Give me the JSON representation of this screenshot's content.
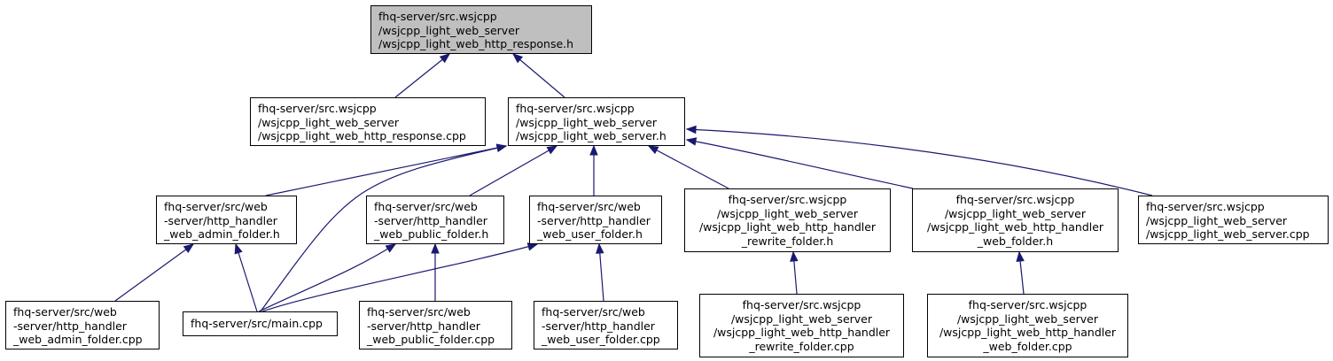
{
  "nodes": [
    {
      "id": "response_h",
      "root": true,
      "lines": [
        "fhq-server/src.wsjcpp",
        "/wsjcpp_light_web_server",
        "/wsjcpp_light_web_http_response.h"
      ]
    },
    {
      "id": "response_cpp",
      "lines": [
        "fhq-server/src.wsjcpp",
        "/wsjcpp_light_web_server",
        "/wsjcpp_light_web_http_response.cpp"
      ]
    },
    {
      "id": "server_h",
      "lines": [
        "fhq-server/src.wsjcpp",
        "/wsjcpp_light_web_server",
        "/wsjcpp_light_web_server.h"
      ]
    },
    {
      "id": "admin_h",
      "lines": [
        "fhq-server/src/web",
        "-server/http_handler",
        "_web_admin_folder.h"
      ]
    },
    {
      "id": "public_h",
      "lines": [
        "fhq-server/src/web",
        "-server/http_handler",
        "_web_public_folder.h"
      ]
    },
    {
      "id": "user_h",
      "lines": [
        "fhq-server/src/web",
        "-server/http_handler",
        "_web_user_folder.h"
      ]
    },
    {
      "id": "rewrite_h",
      "center": true,
      "lines": [
        "fhq-server/src.wsjcpp",
        "/wsjcpp_light_web_server",
        "/wsjcpp_light_web_http_handler",
        "_rewrite_folder.h"
      ]
    },
    {
      "id": "webfolder_h",
      "center": true,
      "lines": [
        "fhq-server/src.wsjcpp",
        "/wsjcpp_light_web_server",
        "/wsjcpp_light_web_http_handler",
        "_web_folder.h"
      ]
    },
    {
      "id": "server_cpp",
      "lines": [
        "fhq-server/src.wsjcpp",
        "/wsjcpp_light_web_server",
        "/wsjcpp_light_web_server.cpp"
      ]
    },
    {
      "id": "admin_cpp",
      "lines": [
        "fhq-server/src/web",
        "-server/http_handler",
        "_web_admin_folder.cpp"
      ]
    },
    {
      "id": "main_cpp",
      "lines": [
        "fhq-server/src/main.cpp"
      ]
    },
    {
      "id": "public_cpp",
      "lines": [
        "fhq-server/src/web",
        "-server/http_handler",
        "_web_public_folder.cpp"
      ]
    },
    {
      "id": "user_cpp",
      "lines": [
        "fhq-server/src/web",
        "-server/http_handler",
        "_web_user_folder.cpp"
      ]
    },
    {
      "id": "rewrite_cpp",
      "center": true,
      "lines": [
        "fhq-server/src.wsjcpp",
        "/wsjcpp_light_web_server",
        "/wsjcpp_light_web_http_handler",
        "_rewrite_folder.cpp"
      ]
    },
    {
      "id": "webfolder_cpp",
      "center": true,
      "lines": [
        "fhq-server/src.wsjcpp",
        "/wsjcpp_light_web_server",
        "/wsjcpp_light_web_http_handler",
        "_web_folder.cpp"
      ]
    }
  ],
  "edges": [
    {
      "from": "response_cpp",
      "to": "response_h"
    },
    {
      "from": "server_h",
      "to": "response_h"
    },
    {
      "from": "admin_h",
      "to": "server_h"
    },
    {
      "from": "main_cpp",
      "to": "server_h"
    },
    {
      "from": "public_h",
      "to": "server_h"
    },
    {
      "from": "user_h",
      "to": "server_h"
    },
    {
      "from": "rewrite_h",
      "to": "server_h"
    },
    {
      "from": "webfolder_h",
      "to": "server_h"
    },
    {
      "from": "server_cpp",
      "to": "server_h"
    },
    {
      "from": "admin_cpp",
      "to": "admin_h"
    },
    {
      "from": "main_cpp",
      "to": "admin_h"
    },
    {
      "from": "main_cpp",
      "to": "public_h"
    },
    {
      "from": "public_cpp",
      "to": "public_h"
    },
    {
      "from": "main_cpp",
      "to": "user_h"
    },
    {
      "from": "user_cpp",
      "to": "user_h"
    },
    {
      "from": "rewrite_cpp",
      "to": "rewrite_h"
    },
    {
      "from": "webfolder_cpp",
      "to": "webfolder_h"
    }
  ],
  "colors": {
    "edge": "#191970",
    "root_fill": "#bfbfbf",
    "node_fill": "#ffffff",
    "border": "#000000"
  }
}
